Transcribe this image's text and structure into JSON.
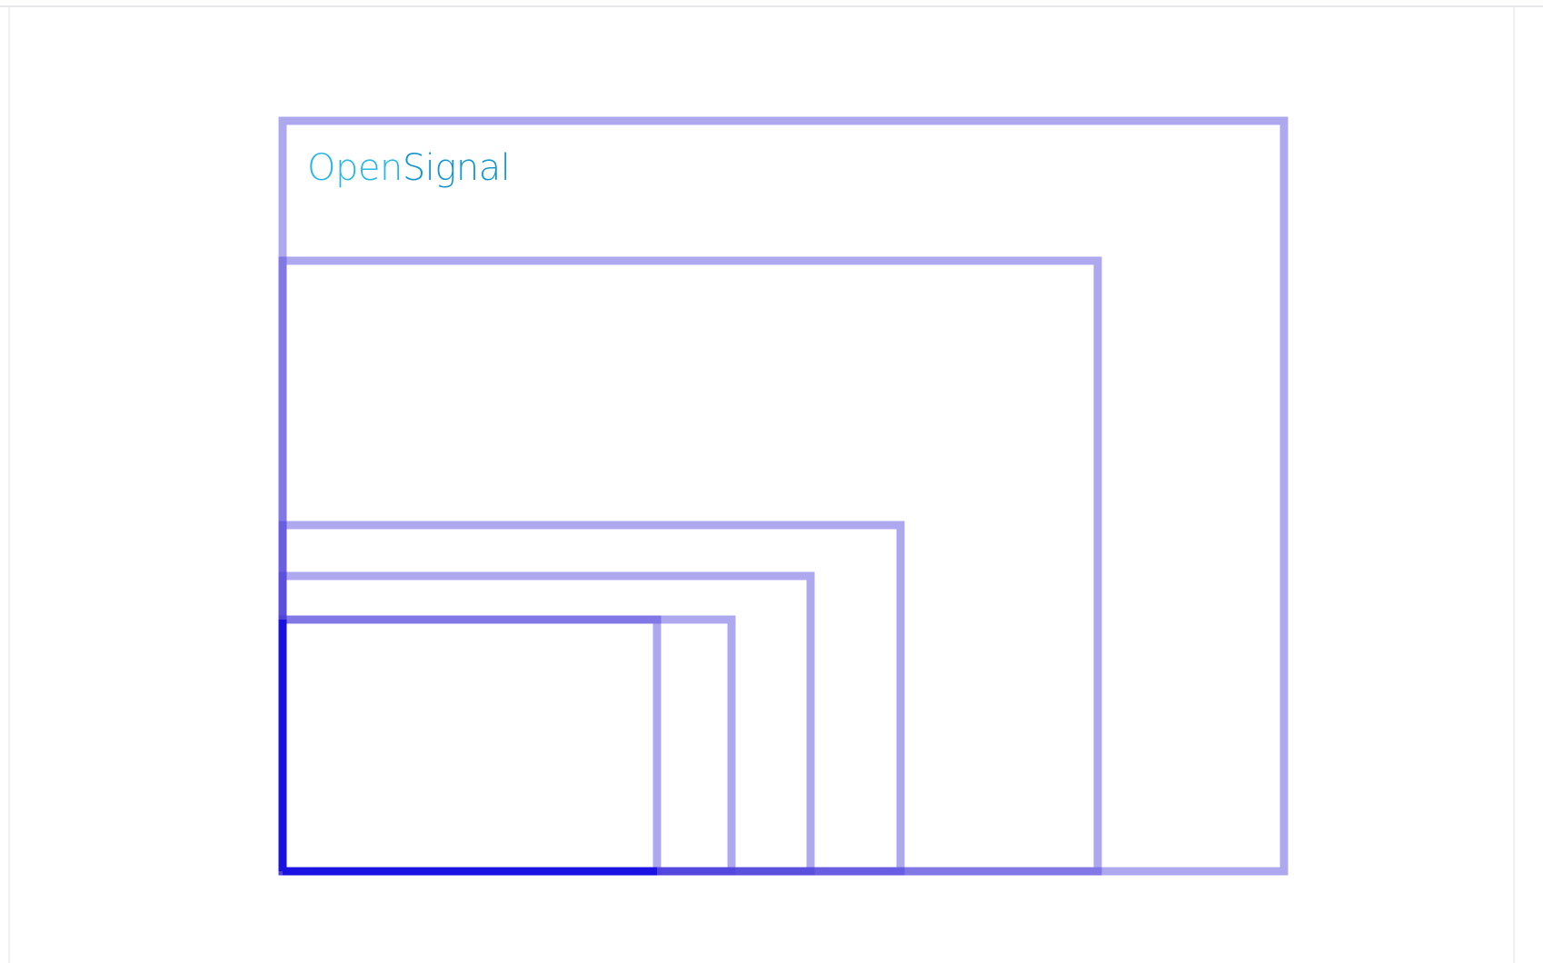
{
  "brand": {
    "part1": "Open",
    "part2": "Signal",
    "color_light": "#29b7e6",
    "color_dark": "#1596cf"
  },
  "diagram": {
    "stroke_color": "#4b3fdb",
    "stroke_opacity": 0.45,
    "rect_count": 6
  }
}
